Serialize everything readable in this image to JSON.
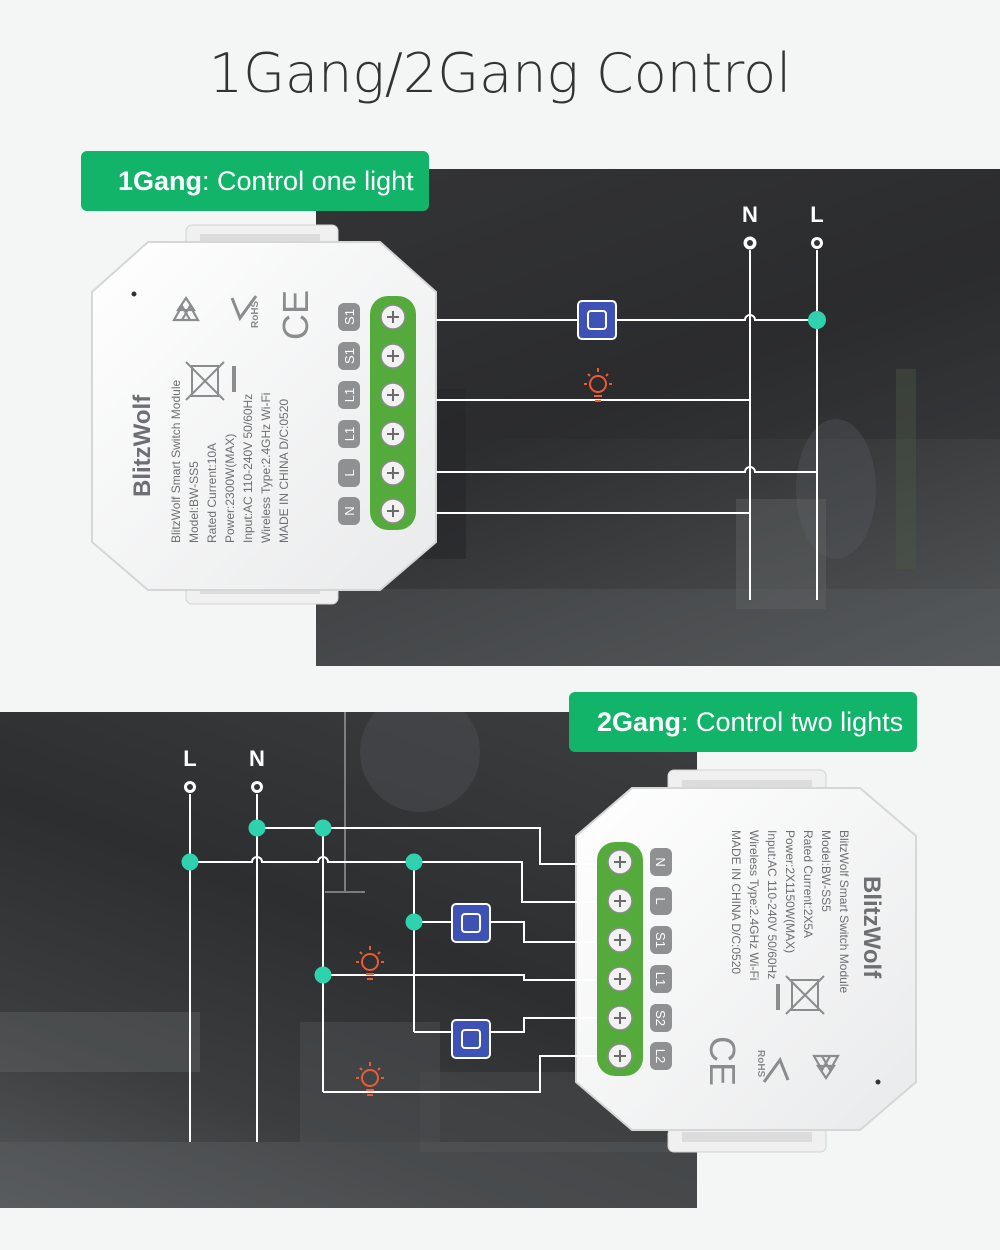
{
  "title": "1Gang/2Gang Control",
  "gang1": {
    "badge_bold": "1Gang",
    "badge_text": ": Control one light",
    "label_n": "N",
    "label_l": "L",
    "terminals": [
      "S1",
      "S1",
      "L1",
      "L1",
      "L",
      "N"
    ]
  },
  "gang2": {
    "badge_bold": "2Gang",
    "badge_text": ": Control two lights",
    "label_l": "L",
    "label_n": "N",
    "terminals": [
      "N",
      "L",
      "S1",
      "L1",
      "S2",
      "L2"
    ]
  },
  "module1": {
    "brand": "BlitzWolf",
    "product": "BlitzWolf Smart Switch Module",
    "model": "Model:BW-SS5",
    "current": "Rated Current:10A",
    "power": "Power:2300W(MAX)",
    "input": "Input:AC 110-240V 50/60Hz",
    "wireless": "Wireless Type:2.4GHz Wi-Fi",
    "origin": "MADE IN CHINA   D/C:0520",
    "rohs": "RoHS",
    "ce": "CE"
  },
  "module2": {
    "brand": "BlitzWolf",
    "product": "BlitzWolf Smart Switch Module",
    "model": "Model:BW-SS5",
    "current": "Rated Current:2X5A",
    "power": "Power:2X1150W(MAX)",
    "input": "Input:AC 110-240V 50/60Hz",
    "wireless": "Wireless Type:2.4GHz Wi-Fi",
    "origin": "MADE IN CHINA   D/C:0520",
    "rohs": "RoHS",
    "ce": "CE"
  },
  "colors": {
    "accent": "#12b46a",
    "junction": "#2ed3ad",
    "switch_fill": "#3e51b5",
    "bulb": "#ee5a33",
    "terminal_block": "#55aa3c",
    "wire": "#ffffff"
  },
  "icons": [
    "recycle-icon",
    "rohs-check-icon",
    "ce-mark-icon",
    "weee-bin-icon",
    "switch-icon",
    "bulb-icon"
  ]
}
